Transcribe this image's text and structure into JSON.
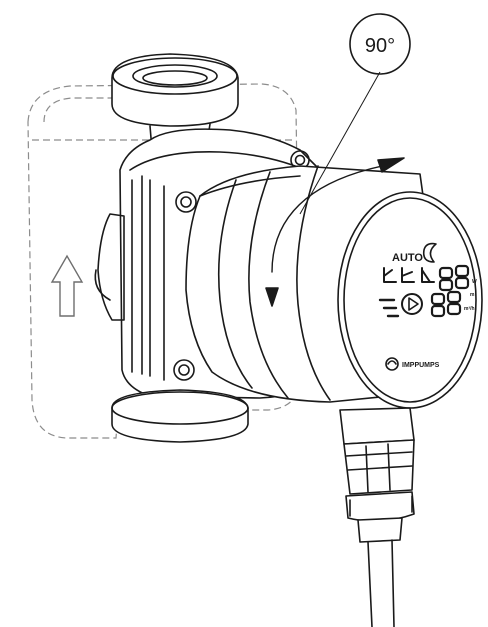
{
  "callout": {
    "angle_label": "90°"
  },
  "display_panel": {
    "mode_label": "AUTO",
    "brand_label": "IMPPUMPS",
    "unit_top": "W",
    "unit_middle": "m",
    "unit_bottom": "m³/h"
  },
  "icons": {
    "flow": "upward-flow-arrow-icon",
    "rotation": "curved-rotation-arrow-icon",
    "night": "crescent-moon-icon",
    "brand": "brand-logo-icon",
    "mode": "pressure-curve-icons"
  },
  "colors": {
    "ink": "#1a1a1a",
    "ghost_outline": "#8c8c8c",
    "background": "#ffffff"
  }
}
